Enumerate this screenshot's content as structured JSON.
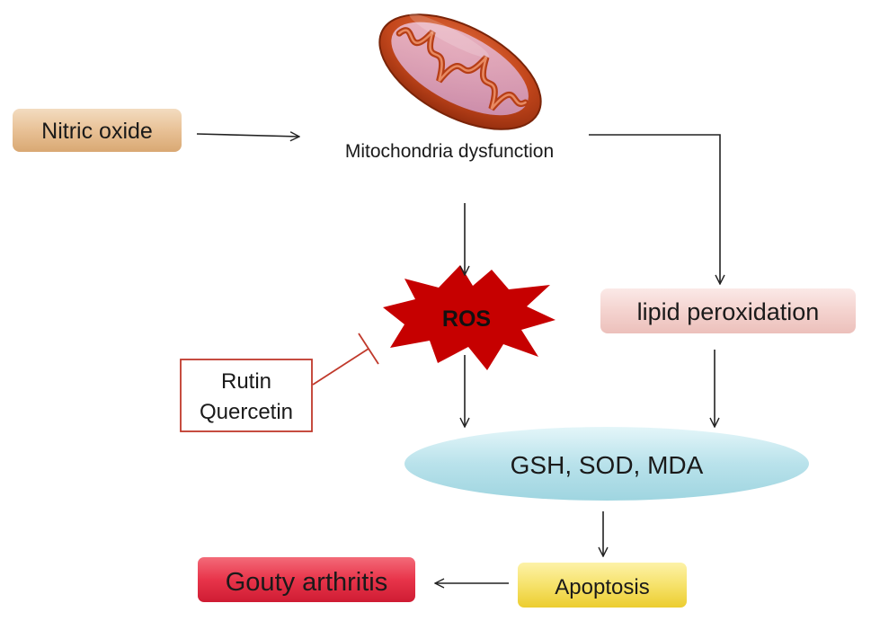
{
  "nodes": {
    "nitric_oxide": "Nitric oxide",
    "mitochondria": "Mitochondria dysfunction",
    "ros": "ROS",
    "lipid_peroxidation": "lipid peroxidation",
    "inhibitors": [
      "Rutin",
      "Quercetin"
    ],
    "markers": "GSH, SOD, MDA",
    "apoptosis": "Apoptosis",
    "gouty_arthritis": "Gouty arthritis"
  },
  "colors": {
    "nitric_oxide_fill": "#e9c49b",
    "lipid_fill": "#f6d9d6",
    "ros_fill": "#c60000",
    "inhibitor_stroke": "#c0392b",
    "markers_fill": "#bfe6ee",
    "apoptosis_fill": "#f5e36a",
    "gouty_fill": "#e8344a",
    "mito_outer": "#c4471c",
    "mito_inner": "#e9a0b8",
    "inhibition_line": "#c0392b"
  },
  "icons": {
    "organelle": "mitochondrion-icon"
  }
}
